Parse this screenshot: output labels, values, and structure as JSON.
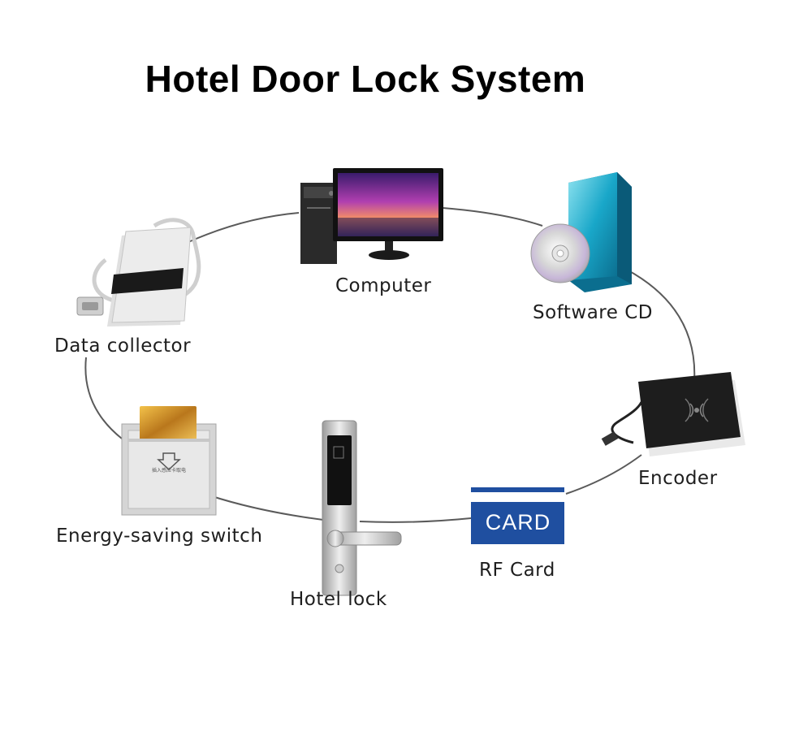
{
  "title": "Hotel Door Lock System",
  "nodes": {
    "computer": "Computer",
    "software_cd": "Software CD",
    "encoder": "Encoder",
    "rf_card": "RF Card",
    "hotel_lock": "Hotel lock",
    "energy_switch": "Energy-saving switch",
    "data_collector": "Data collector"
  },
  "card_face_text": "CARD",
  "switch_face_text": "插入感应卡取电",
  "colors": {
    "card_blue": "#1f4fa0",
    "cycle_line": "#5a5a5a",
    "monitor_screen": "#b03fb0"
  }
}
